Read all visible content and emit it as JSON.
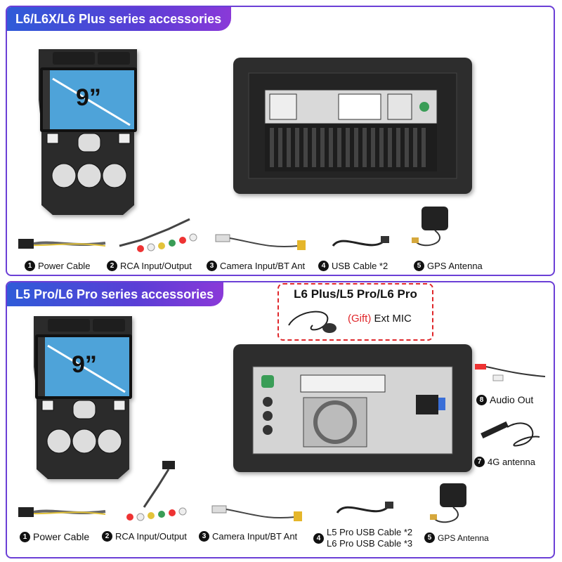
{
  "top_section": {
    "title": "L6/L6X/L6 Plus series accessories",
    "screen_size": "9”",
    "items": [
      {
        "num": "1",
        "label": "Power Cable"
      },
      {
        "num": "2",
        "label": "RCA Input/Output"
      },
      {
        "num": "3",
        "label": "Camera Input/BT Ant"
      },
      {
        "num": "4",
        "label": "USB Cable *2"
      },
      {
        "num": "5",
        "label": "GPS Antenna"
      }
    ]
  },
  "bottom_section": {
    "title": "L5 Pro/L6 Pro series accessories",
    "screen_size": "9”",
    "gift": {
      "title": "L6 Plus/L5 Pro/L6 Pro",
      "prefix": "(Gift)",
      "label": "Ext MIC"
    },
    "side_items": [
      {
        "num": "8",
        "label": "Audio Out"
      },
      {
        "num": "7",
        "label": "4G antenna"
      }
    ],
    "items": [
      {
        "num": "1",
        "label": "Power Cable"
      },
      {
        "num": "2",
        "label": "RCA Input/Output"
      },
      {
        "num": "3",
        "label": "Camera Input/BT Ant"
      },
      {
        "num": "4",
        "label_line1": "L5 Pro USB Cable *2",
        "label_line2": "L6 Pro USB Cable *3"
      },
      {
        "num": "5",
        "label": "GPS Antenna"
      }
    ]
  },
  "colors": {
    "accent": "#6b3fd6",
    "gift_red": "#e0262a",
    "frame": "#2b2b2b",
    "screen": "#4ea3d9"
  }
}
